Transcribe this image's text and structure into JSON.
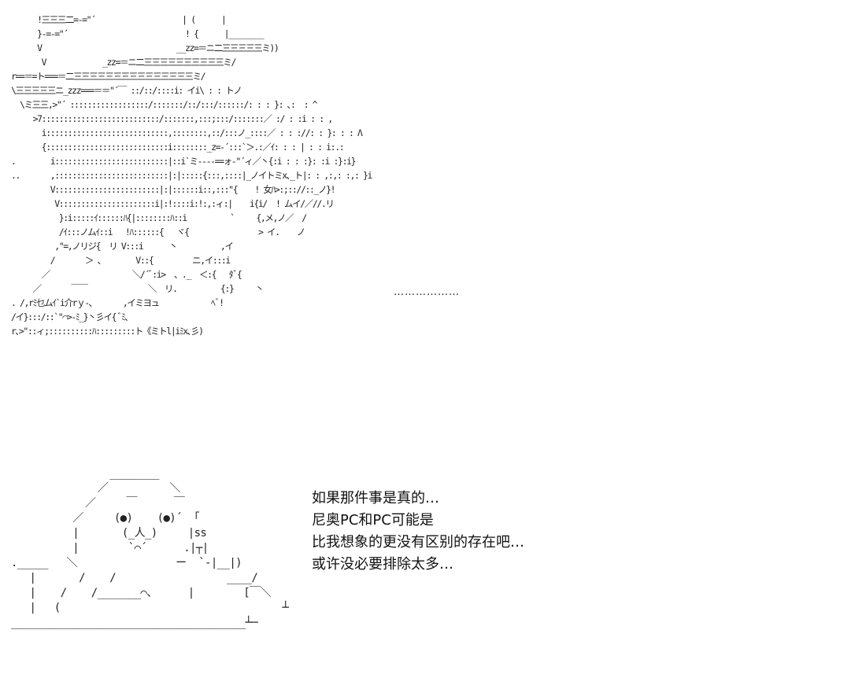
{
  "art_top": [
    "      !三三三二=-=\"´                    | (      |",
    "      }-=-=\"´                           ! {      |________",
    "      V                               __zz=＝ニ二三三三三三ミ))",
    "       V             _zz=＝ニ二三三三三三三三三三三ミ/",
    "r==＝=ト===＝二三三三三三三三三三三三三三三三ミ/",
    "\\三三三三三ニ_zzz===＝＝\"´￣ ::/::/::::i: イi\\ : : トノ",
    "  \\ミ三三,>\"´ ::::::::::::::::::/:::::::/::/:::/::::::/: : : }: ､:  : ^",
    "     >7:::::::::::::::::::::::::::/:::::::,:::;:::/:::::::／ :/ : :i : : ,",
    "       i::::::::::::::::::::::::::::,::::::::,::/:::ノ_::::／ : : ://: : }: : : Λ",
    "       {::::::::::::::::::::::::::::i::::::::_z=-´:::`＞.:／ｲ: : : | : : i:.:",
    ".        i::::::::::::::::::::::::::|::i`ミ----==ォ-\"´ィ／丶{:i : : :}: :i :}:i}",
    "..       ,::::::::::::::::::::::::::|:|:::::{:::,::::|_ノイトミx､_ト|: : ,:,: :,: }i",
    "         V::::::::::::::::::::::::|:|::::::i::,:::\"{    ! 女ﾊ>:;:://::_ノ}!",
    "          V::::::::::::::::::::::i|:!::::i:!:,:ィ:|    i{i/  ! ムイ/／//.リ",
    "           }:i:::::ｲ::::::ﾊ{|::::::::ﾊ::i          `     {,メ,ノ／  /",
    "           /ｲ:::ノムｲ::i   !ﾊ::::::{   ヾ{                > イ.    ノ",
    "          ,\"=,ノリジ{  リ V:::i      丶          ,イ",
    "         /       ＞ 、       V::{         ニ,イ:::i",
    "       ／                   ＼/´ﾞ:i>  、._  ＜:{   ﾀﾞ{",
    "     ／       ￣￣              ＼  リ.          {:}     丶",
    ". /,rﾐ乜ムｲ`i介rｙ-､       ,イミヨュ            ﾍﾞ!",
    "/イ}:::/::`\"⌒>-ﾐ_}丶彡イ{ ﾞﾐ､",
    "r､>\"::ィ;::::::::::ﾊ:::::::::ト《ミトl|iﾐx､彡)"
  ],
  "art_top_ellipsis": "………………",
  "art_bottom": [
    "                ________",
    "              ／          ＼",
    "            ／     ￣      ￣",
    "          ／     (●)    (●)´  ｢",
    "          |       (_人_)     |ss",
    "          |        `⌒´      .|┬|",
    "._____   ＼                ー  `-|__|)",
    "   |       /    /                  ____/",
    "   |    /    /_______⌒、     |        [￣＼",
    "   |   (                                    ┴",
    "______________________________________┴─"
  ],
  "dialogue": [
    "如果那件事是真的…",
    "尼奥PC和PC可能是",
    "比我想象的更没有区别的存在吧…",
    "或许没必要排除太多…"
  ]
}
